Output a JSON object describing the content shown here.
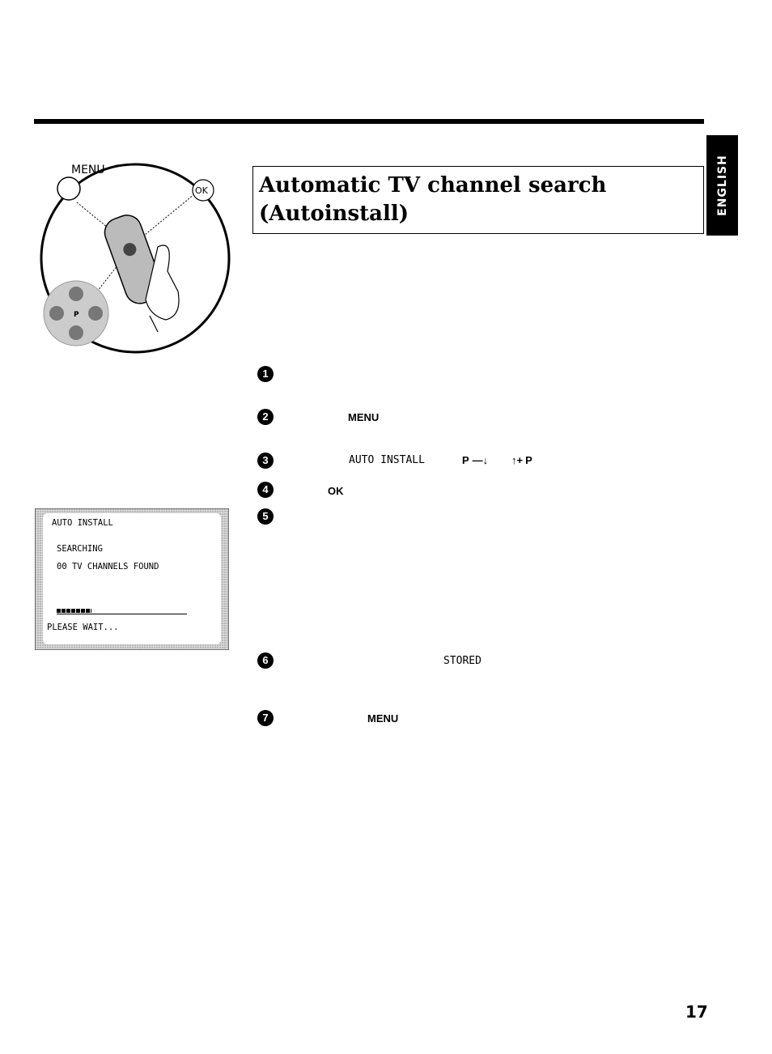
{
  "header": {
    "language_tab": "ENGLISH"
  },
  "title": {
    "line1": "Automatic TV channel search",
    "line2": "(Autoinstall)"
  },
  "remote_illustration": {
    "menu_label": "MENU",
    "ok_label": "OK",
    "dpad_center": "P"
  },
  "steps": [
    {
      "num": "1"
    },
    {
      "num": "2",
      "key": "MENU"
    },
    {
      "num": "3",
      "display_text": "AUTO INSTALL",
      "key_down": "P",
      "key_up": "P"
    },
    {
      "num": "4",
      "key": "OK"
    },
    {
      "num": "5"
    },
    {
      "num": "6",
      "display_text": "STORED"
    },
    {
      "num": "7",
      "key": "MENU"
    }
  ],
  "tv_screen": {
    "title": "AUTO INSTALL",
    "status": "SEARCHING",
    "found": "00 TV CHANNELS FOUND",
    "progress_fraction": 0.27,
    "footer": "PLEASE WAIT..."
  },
  "page_number": "17"
}
